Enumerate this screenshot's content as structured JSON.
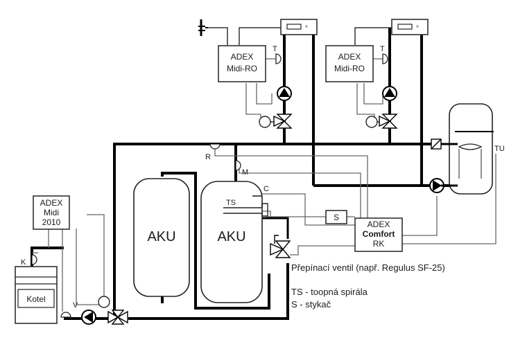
{
  "controllers": {
    "midi_ro_left": [
      "ADEX",
      "Midi-RO"
    ],
    "midi_ro_right": [
      "ADEX",
      "Midi-RO"
    ],
    "midi_2010": [
      "ADEX",
      "Midi",
      "2010"
    ],
    "comfort_rk": [
      "ADEX",
      "Comfort",
      "RK"
    ]
  },
  "tanks": {
    "aku_left": "AKU",
    "aku_right": "AKU"
  },
  "boiler": "Kotel",
  "sensors": {
    "t_left": "T",
    "t_right": "T",
    "r": "R",
    "m": "M",
    "c": "C",
    "ts": "TS",
    "k": "K",
    "v": "V",
    "tu": "TU",
    "s_box": "S"
  },
  "valve_note": "Přepínací ventil  (např. Regulus SF-25)",
  "legend": {
    "ts_line": "TS - toopná spirála",
    "s_line": "S   - stykač"
  }
}
